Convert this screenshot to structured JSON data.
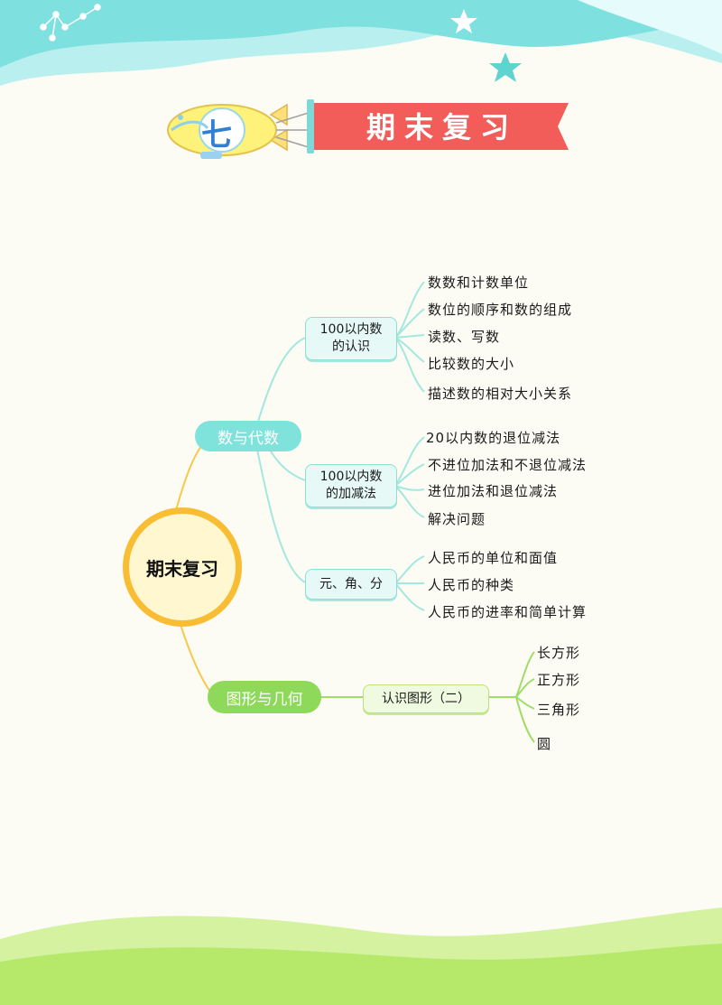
{
  "header": {
    "unit_number": "七",
    "banner_title": "期末复习"
  },
  "mindmap": {
    "center": "期末复习",
    "branches": [
      {
        "label": "数与代数",
        "topics": [
          {
            "label_line1": "100以内数",
            "label_line2": "的认识",
            "items": [
              "数数和计数单位",
              "数位的顺序和数的组成",
              "读数、写数",
              "比较数的大小",
              "描述数的相对大小关系"
            ]
          },
          {
            "label_line1": "100以内数",
            "label_line2": "的加减法",
            "items": [
              "20以内数的退位减法",
              "不进位加法和不退位减法",
              "进位加法和退位减法",
              "解决问题"
            ]
          },
          {
            "label_line1": "元、角、分",
            "label_line2": "",
            "items": [
              "人民币的单位和面值",
              "人民币的种类",
              "人民币的进率和简单计算"
            ]
          }
        ]
      },
      {
        "label": "图形与几何",
        "topics": [
          {
            "label_line1": "认识图形（二）",
            "label_line2": "",
            "items": [
              "长方形",
              "正方形",
              "三角形",
              "圆"
            ]
          }
        ]
      }
    ]
  },
  "colors": {
    "sky": "#7fe0e0",
    "banner_red": "#f25d5a",
    "center_ring": "#f9bd33",
    "branch_cyan": "#7fe3dc",
    "branch_green": "#8ed85a",
    "grass": "#b6e86a"
  }
}
